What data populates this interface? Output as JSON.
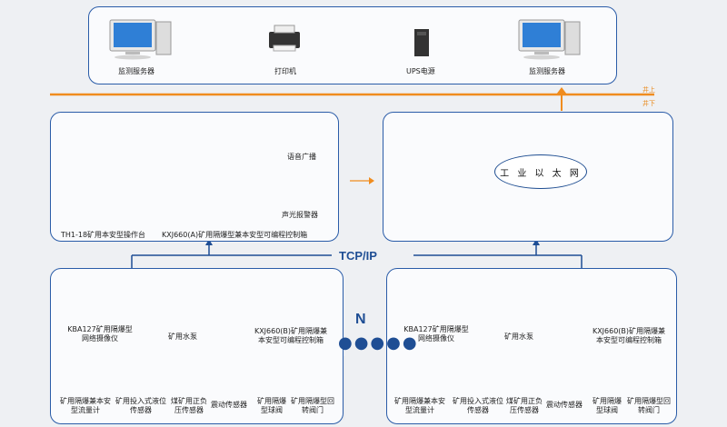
{
  "top": {
    "monitor_left": "监测服务器",
    "printer": "打印机",
    "ups": "UPS电源",
    "monitor_right": "监测服务器"
  },
  "bus": {
    "up_label": "井上",
    "down_label": "井下",
    "color": "#f08c1e"
  },
  "middle_left": {
    "console": "TH1-18矿用本安型操作台",
    "cabinet": "KXJ660(A)矿用隔爆型兼本安型可编程控制箱",
    "broadcast": "语音广播",
    "alarm": "声光报警器"
  },
  "ethernet": {
    "label": "工 业 以 太 网"
  },
  "network_label": "TCP/IP",
  "n_label": "N",
  "dots": "●●●●●",
  "pump_station": {
    "camera": "KBA127矿用隔爆型网络摄像仪",
    "pump": "矿用水泵",
    "controller": "KXJ660(B)矿用隔爆兼本安型可编程控制箱",
    "sensors": [
      "矿用隔爆兼本安型流量计",
      "矿用投入式液位传感器",
      "煤矿用正负压传感器",
      "震动传感器",
      "矿用隔爆型球阀",
      "矿用隔爆型回转阀门"
    ]
  },
  "colors": {
    "frame": "#2a5ca8",
    "line": "#1f4e94",
    "accent": "#f08c1e"
  }
}
